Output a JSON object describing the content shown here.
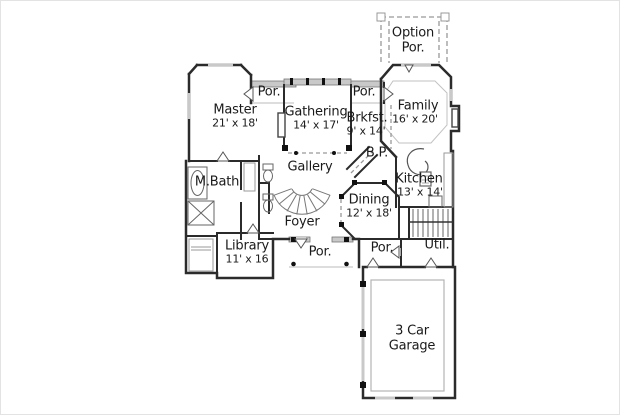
{
  "window": {
    "background": "#ffffff",
    "border_color": "#e3e3e3"
  },
  "palette": {
    "wall": "#2b2b2b",
    "porch_wall_fill": "#c9c9c9",
    "dashed_line": "#999999",
    "thin_line": "#bbbbbb",
    "fixture_line": "#666666",
    "text": "#1a1a1a"
  },
  "rooms": {
    "option_porch": {
      "line1": "Option",
      "line2": "Por."
    },
    "porch_top_left": {
      "name": "Por."
    },
    "porch_top_right": {
      "name": "Por."
    },
    "master": {
      "name": "Master",
      "dims": "21' x 18'"
    },
    "gathering": {
      "name": "Gathering",
      "dims": "14' x 17'"
    },
    "breakfast": {
      "name": "Brkfst.",
      "dims": "9' x 14'"
    },
    "family": {
      "name": "Family",
      "dims": "16' x 20'"
    },
    "butlers_pantry": {
      "name": "B.P."
    },
    "gallery": {
      "name": "Gallery"
    },
    "master_bath": {
      "name": "M.Bath"
    },
    "kitchen": {
      "name": "Kitchen",
      "dims": "13' x 14'"
    },
    "dining": {
      "name": "Dining",
      "dims": "12' x 18'"
    },
    "foyer": {
      "name": "Foyer"
    },
    "library": {
      "name": "Library",
      "dims": "11' x 16"
    },
    "porch_front": {
      "name": "Por."
    },
    "porch_rear": {
      "name": "Por."
    },
    "utility": {
      "name": "Util."
    },
    "garage": {
      "line1": "3 Car",
      "line2": "Garage"
    }
  }
}
